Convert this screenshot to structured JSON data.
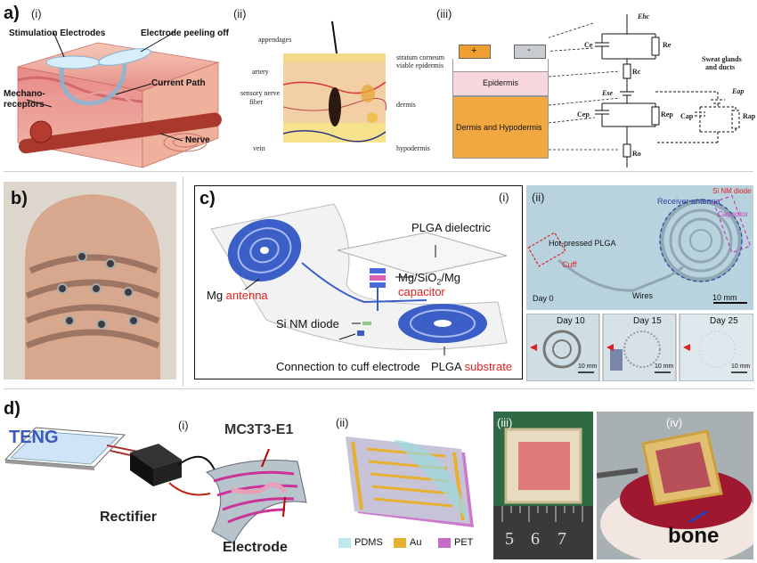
{
  "panel_a": {
    "label": "a)",
    "sub_i": "(i)",
    "sub_ii": "(ii)",
    "sub_iii": "(iii)",
    "i_labels": {
      "stim": "Stimulation Electrodes",
      "peel": "Electrode peeling off",
      "mech1": "Mechano-",
      "mech2": "receptors",
      "current": "Current Path",
      "nerve": "Nerve"
    },
    "ii_labels": {
      "appendages": "appendages",
      "artery": "artery",
      "sensory1": "sensory nerve",
      "sensory2": "fiber",
      "vein": "vein",
      "sc1": "stratum corneum",
      "sc2": "viable epidermis",
      "dermis": "dermis",
      "hypo": "hypodermis"
    },
    "iii_labels": {
      "plus": "+",
      "minus": "-",
      "epidermis": "Epidermis",
      "dermis": "Dermis and Hypodermis",
      "ehc": "Ehc",
      "ce": "Ce",
      "re": "Re",
      "rc": "Rc",
      "ese": "Ese",
      "cep": "Cep",
      "rep": "Rep",
      "ro": "Ro",
      "sweat1": "Sweat glands",
      "sweat2": "and ducts",
      "eap": "Eap",
      "cap": "Cap",
      "rap": "Rap"
    }
  },
  "panel_b": {
    "label": "b)"
  },
  "panel_c": {
    "label": "c)",
    "sub_i": "(i)",
    "sub_ii": "(ii)",
    "plga_dielectric": "PLGA dielectric",
    "mg_cap_a": "Mg/SiO",
    "mg_cap_sub": "2",
    "mg_cap_b": "/Mg",
    "capacitor": "capacitor",
    "mg": "Mg ",
    "antenna": "antenna",
    "si_diode": "Si NM diode",
    "connection": "Connection to cuff electrode",
    "plga": "PLGA ",
    "substrate": "substrate",
    "ii_labels": {
      "receiver": "Receiver antenna",
      "si_diode": "Si NM diode",
      "capacitor": "Capacitor",
      "hot_pressed": "Hot-pressed PLGA",
      "cuff": "Cuff",
      "wires": "Wires",
      "day0": "Day 0",
      "scale": "10 mm"
    },
    "days": [
      {
        "label": "Day 10",
        "scale": "10 mm"
      },
      {
        "label": "Day 15",
        "scale": "10 mm"
      },
      {
        "label": "Day 25",
        "scale": "10 mm"
      }
    ]
  },
  "panel_d": {
    "label": "d)",
    "sub_i": "(i)",
    "sub_ii": "(ii)",
    "sub_iii": "(iii)",
    "sub_iv": "(iv)",
    "teng": "TENG",
    "mc3t3": "MC3T3-E1",
    "rectifier": "Rectifier",
    "electrode": "Electrode",
    "legend": [
      {
        "name": "PDMS",
        "color": "#bfe8ee"
      },
      {
        "name": "Au",
        "color": "#e6b030"
      },
      {
        "name": "PET",
        "color": "#c66cc6"
      }
    ],
    "ruler": [
      "5",
      "6",
      "7"
    ],
    "bone": "bone"
  },
  "colors": {
    "plus_electrode": "#f0a030",
    "minus_electrode": "#c8ccd0",
    "epidermis": "#f8d8dc",
    "dermis": "#f2a840",
    "red_text": "#e02020",
    "blue_text": "#2c3fa0"
  }
}
